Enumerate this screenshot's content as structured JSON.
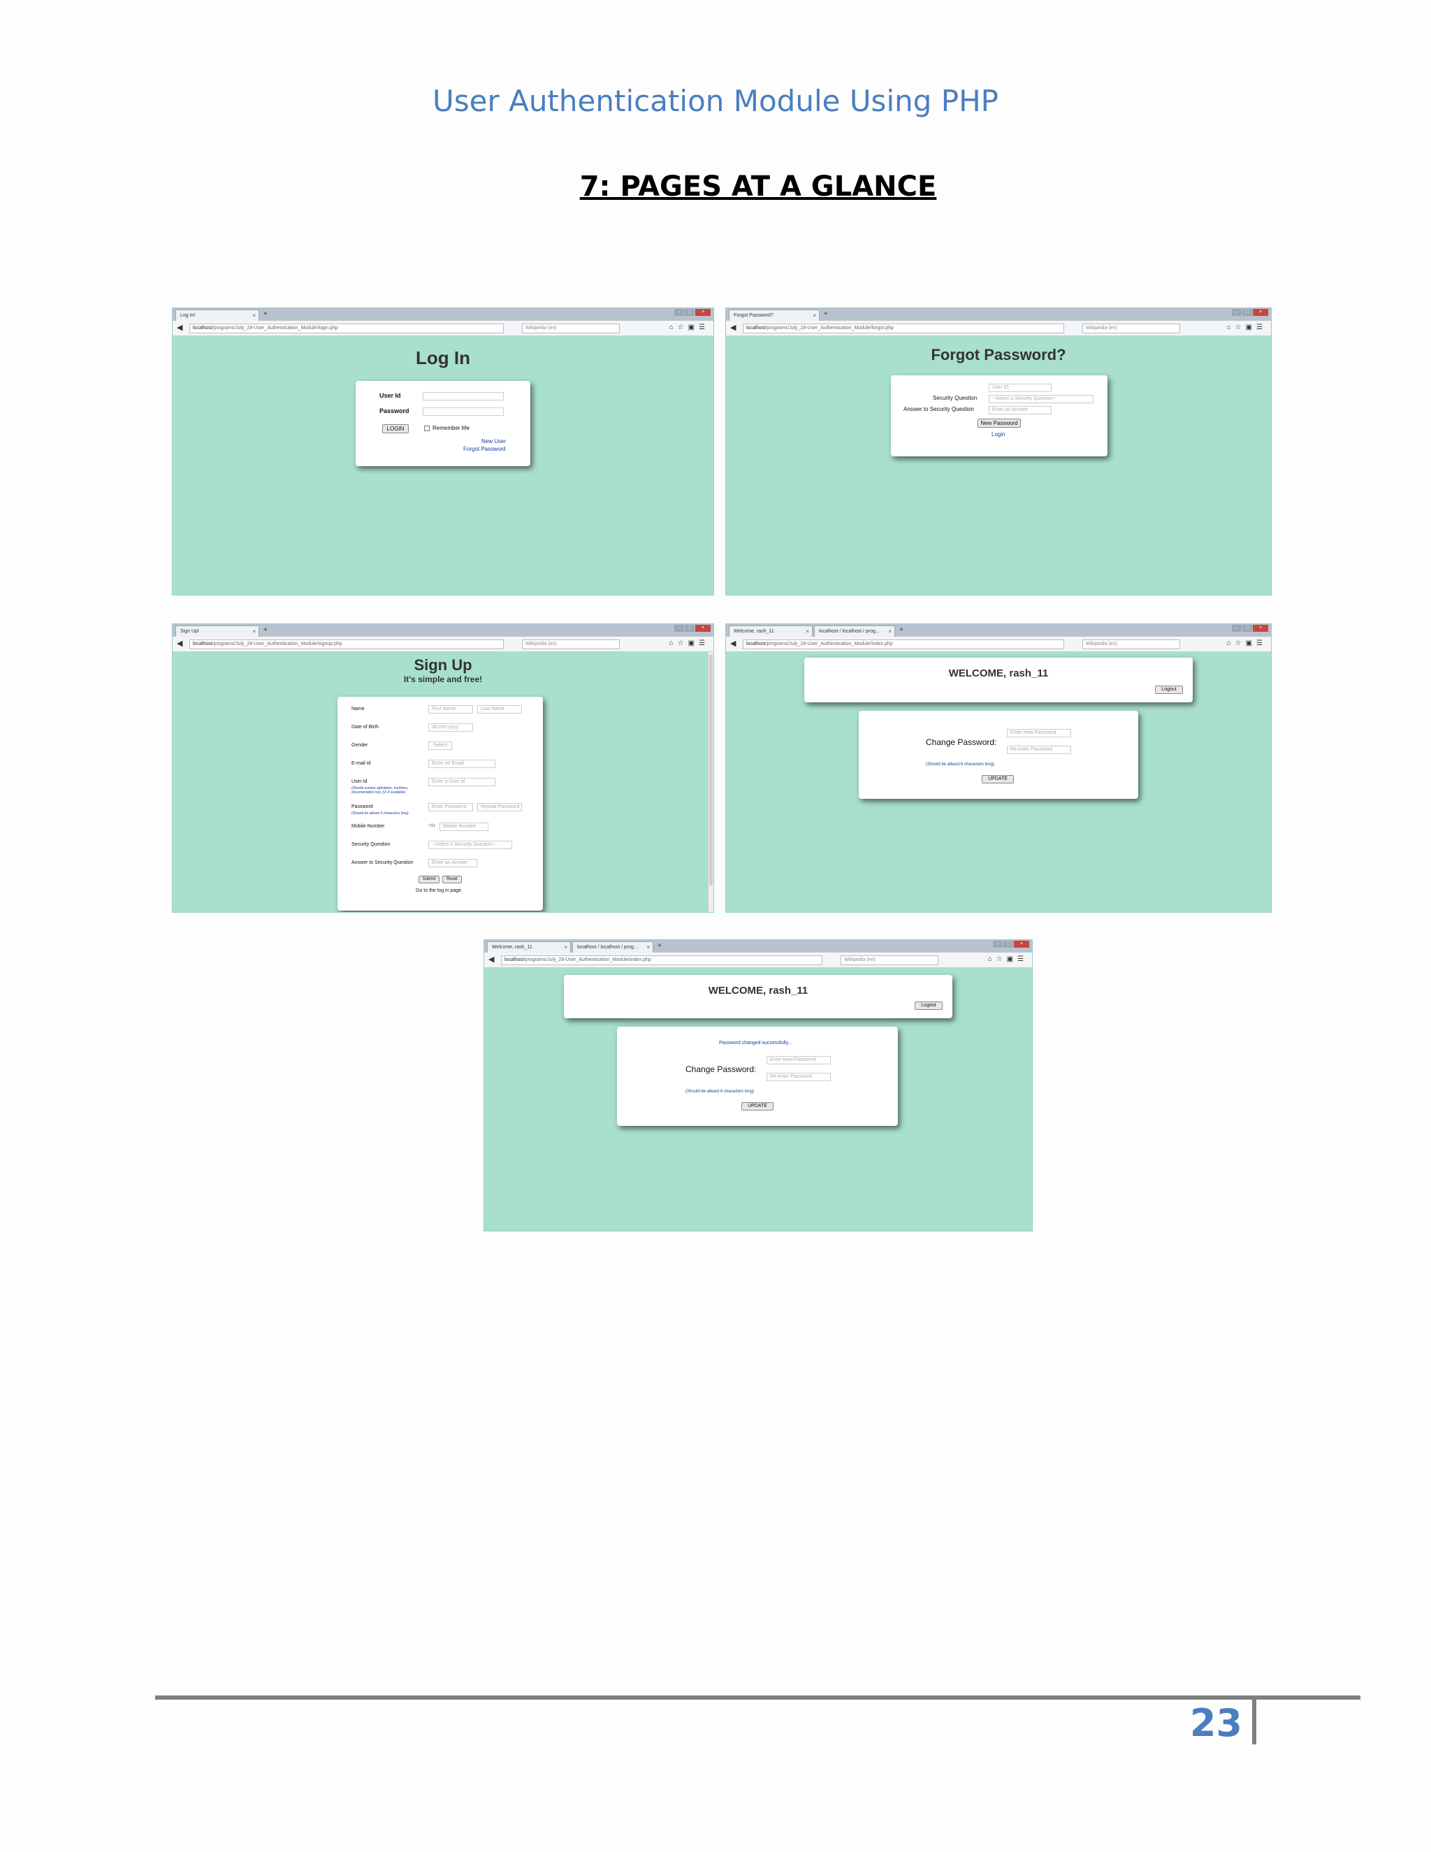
{
  "document": {
    "header": "User Authentication Module Using PHP",
    "section_title": "7: PAGES AT A GLANCE",
    "page_number": "23"
  },
  "browser": {
    "search_placeholder": "Wikipedia (en)",
    "icons": [
      "back-arrow-icon",
      "reload-icon",
      "download-icon",
      "home-icon",
      "bookmark-star-icon",
      "menu-icon"
    ]
  },
  "screens": {
    "login": {
      "tab": "Log In!",
      "url_host": "localhost",
      "url_path": "/programs/July_28-User_Authentication_Module/login.php",
      "title": "Log In",
      "user_id_label": "User Id",
      "password_label": "Password",
      "login_button": "LOGIN",
      "remember_label": "Remember Me",
      "new_user_link": "New User",
      "forgot_link": "Forgot Password"
    },
    "forgot": {
      "tab": "Forgot Password?",
      "url_host": "localhost",
      "url_path": "/programs/July_28-User_Authentication_Module/forgot.php",
      "title": "Forgot Password?",
      "user_id_placeholder": "User ID",
      "security_question_label": "Security Question",
      "security_question_select": "--Select a Security Question--",
      "answer_label": "Answer to Security Question",
      "answer_placeholder": "Enter an Answer",
      "new_password_button": "New Password",
      "login_link": "Login"
    },
    "signup": {
      "tab": "Sign Up!",
      "url_host": "localhost",
      "url_path": "/programs/July_28-User_Authentication_Module/signup.php",
      "title": "Sign Up",
      "subtitle": "It's simple and free!",
      "name_label": "Name",
      "first_name_placeholder": "First Name",
      "last_name_placeholder": "Last Name",
      "dob_label": "Date of Birth",
      "dob_placeholder": "dd-mm-yyyy",
      "gender_label": "Gender",
      "gender_select": "-Select-",
      "email_label": "E-mail id",
      "email_placeholder": "Enter an Email",
      "user_id_label": "User Id",
      "user_id_placeholder": "Enter a User Id",
      "user_id_hint": "(Should contain alphabets, numbers, documentation key, (\\/) if available)",
      "password_label": "Password",
      "password_placeholder": "Enter Password",
      "repeat_placeholder": "Repeat Password",
      "password_hint": "(Should be atleast 6 characters long)",
      "mobile_label": "Mobile Number",
      "mobile_prefix": "+91",
      "mobile_placeholder": "Mobile Number",
      "security_label": "Security Question",
      "security_select": "--Select a Security Question--",
      "answer_label": "Answer to Security Question",
      "answer_placeholder": "Enter an Answer",
      "submit_button": "Submit",
      "reset_button": "Reset",
      "login_text": "Go to the log in page"
    },
    "welcome": {
      "tab": "Welcome, rash_11",
      "tab2": "localhost / localhost / prog...",
      "url_host": "localhost",
      "url_path": "/programs/July_28-User_Authentication_Module/index.php",
      "welcome_text": "WELCOME, rash_11",
      "logout_button": "Logout",
      "change_password_label": "Change Password:",
      "new_password_placeholder": "Enter New Password",
      "reenter_placeholder": "Re-enter Password",
      "hint": "(Should be atleast 6 characters long)",
      "update_button": "UPDATE"
    },
    "welcome_success": {
      "tab": "Welcome, rash_11",
      "tab2": "localhost / localhost / prog...",
      "url_host": "localhost",
      "url_path": "/programs/July_28-User_Authentication_Module/index.php",
      "welcome_text": "WELCOME, rash_11",
      "logout_button": "Logout",
      "success_message": "Password changed successfully...",
      "change_password_label": "Change Password:",
      "new_password_placeholder": "Enter New Password",
      "reenter_placeholder": "Re-enter Password",
      "hint": "(Should be atleast 6 characters long)",
      "update_button": "UPDATE"
    }
  }
}
